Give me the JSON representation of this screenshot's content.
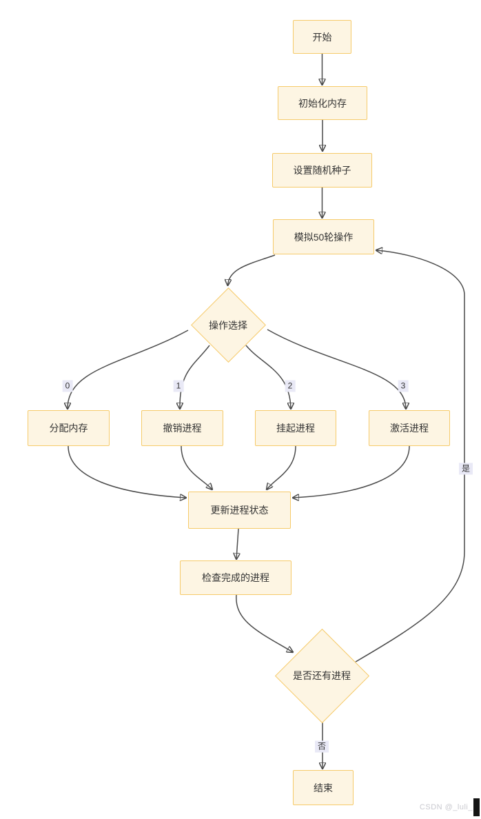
{
  "diagram": {
    "nodes": {
      "start": {
        "label": "开始",
        "shape": "rect"
      },
      "init_memory": {
        "label": "初始化内存",
        "shape": "rect"
      },
      "set_seed": {
        "label": "设置随机种子",
        "shape": "rect"
      },
      "simulate": {
        "label": "模拟50轮操作",
        "shape": "rect"
      },
      "op_select": {
        "label": "操作选择",
        "shape": "diamond"
      },
      "alloc_memory": {
        "label": "分配内存",
        "shape": "rect"
      },
      "revoke_process": {
        "label": "撤销进程",
        "shape": "rect"
      },
      "suspend_process": {
        "label": "挂起进程",
        "shape": "rect"
      },
      "activate_process": {
        "label": "激活进程",
        "shape": "rect"
      },
      "update_status": {
        "label": "更新进程状态",
        "shape": "rect"
      },
      "check_done": {
        "label": "检查完成的进程",
        "shape": "rect"
      },
      "has_process": {
        "label": "是否还有进程",
        "shape": "diamond"
      },
      "end": {
        "label": "结束",
        "shape": "rect"
      }
    },
    "edge_labels": {
      "branch0": "0",
      "branch1": "1",
      "branch2": "2",
      "branch3": "3",
      "yes": "是",
      "no": "否"
    },
    "colors": {
      "node_fill": "#fdf5e3",
      "node_border": "#f6ca69",
      "edge": "#4a4a4a",
      "label_bg": "#e9e9f6",
      "text": "#333333"
    }
  },
  "watermark": {
    "text": "CSDN @_luli_"
  }
}
